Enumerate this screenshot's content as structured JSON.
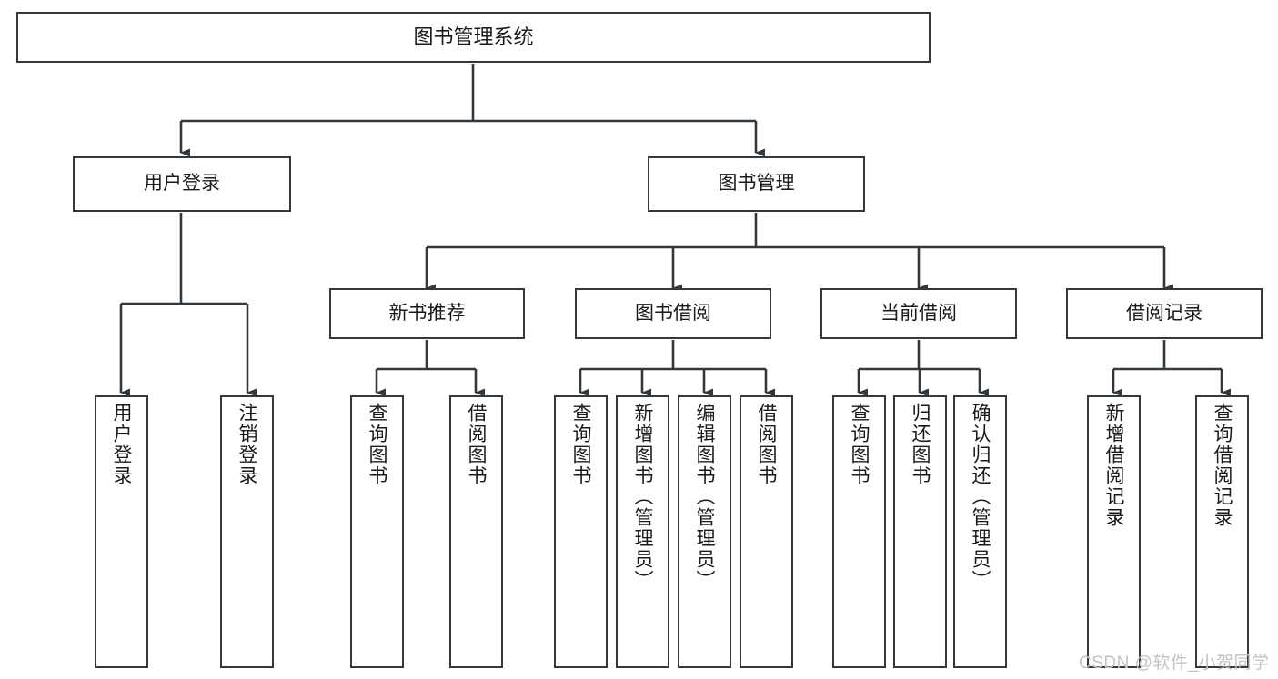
{
  "diagram": {
    "title": "图书管理系统",
    "type": "tree-hierarchy",
    "root": {
      "id": "root",
      "label": "图书管理系统"
    },
    "level2": [
      {
        "id": "user-login",
        "label": "用户登录"
      },
      {
        "id": "book-management",
        "label": "图书管理"
      }
    ],
    "level3": [
      {
        "id": "new-book-recommend",
        "label": "新书推荐",
        "parent": "book-management"
      },
      {
        "id": "book-borrow",
        "label": "图书借阅",
        "parent": "book-management"
      },
      {
        "id": "current-borrow",
        "label": "当前借阅",
        "parent": "book-management"
      },
      {
        "id": "borrow-record",
        "label": "借阅记录",
        "parent": "book-management"
      }
    ],
    "leaves": {
      "user_login": [
        {
          "id": "leaf-user-login",
          "label": "用户登录"
        },
        {
          "id": "leaf-user-logout",
          "label": "注销登录"
        }
      ],
      "new_book_recommend": [
        {
          "id": "leaf-query-book-1",
          "label": "查询图书"
        },
        {
          "id": "leaf-borrow-book-1",
          "label": "借阅图书"
        }
      ],
      "book_borrow": [
        {
          "id": "leaf-query-book-2",
          "label": "查询图书"
        },
        {
          "id": "leaf-add-book",
          "label": "新增图书（管理员）"
        },
        {
          "id": "leaf-edit-book",
          "label": "编辑图书（管理员）"
        },
        {
          "id": "leaf-borrow-book-2",
          "label": "借阅图书"
        }
      ],
      "current_borrow": [
        {
          "id": "leaf-query-book-3",
          "label": "查询图书"
        },
        {
          "id": "leaf-return-book",
          "label": "归还图书"
        },
        {
          "id": "leaf-confirm-return",
          "label": "确认归还（管理员）"
        }
      ],
      "borrow_record": [
        {
          "id": "leaf-add-record",
          "label": "新增借阅记录"
        },
        {
          "id": "leaf-query-record",
          "label": "查询借阅记录"
        }
      ]
    }
  },
  "watermark": {
    "text": "CSDN @软件_小贺同学"
  },
  "colors": {
    "stroke": "#33383d",
    "text": "#1a1a1a",
    "background": "#ffffff",
    "watermark": "#c3c3c3"
  }
}
